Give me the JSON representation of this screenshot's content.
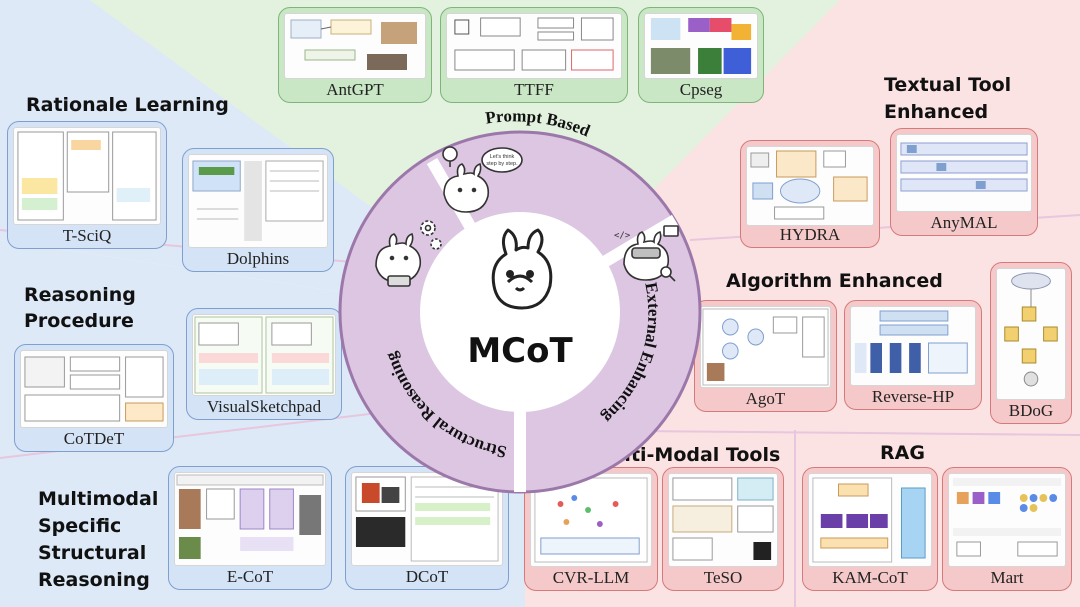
{
  "center": {
    "title": "MCoT",
    "bubble": [
      "Let's think",
      "step by step."
    ]
  },
  "segments": {
    "prompt_based": "Prompt Based",
    "external_enhancing": "External Enhancing",
    "structural_reasoning": "Structural Reasoning"
  },
  "sections": {
    "rationale": "Rationale Learning",
    "procedure_1": "Reasoning",
    "procedure_2": "Procedure",
    "multimodal_1": "Multimodal",
    "multimodal_2": "Specific",
    "multimodal_3": "Structural",
    "multimodal_4": "Reasoning",
    "textual_1": "Textual Tool",
    "textual_2": "Enhanced",
    "algorithm": "Algorithm Enhanced",
    "multimodal_tools": "Multi-Modal Tools",
    "rag": "RAG"
  },
  "papers": {
    "antgpt": "AntGPT",
    "ttff": "TTFF",
    "cpseg": "Cpseg",
    "tsciq": "T-SciQ",
    "dolphins": "Dolphins",
    "cotdet": "CoTDeT",
    "visualsketchpad": "VisualSketchpad",
    "ecot": "E-CoT",
    "dcot": "DCoT",
    "hydra": "HYDRA",
    "anymal": "AnyMAL",
    "agot": "AgoT",
    "reversehp": "Reverse-HP",
    "bdog": "BDoG",
    "cvrllm": "CVR-LLM",
    "teso": "TeSO",
    "kamcot": "KAM-CoT",
    "mart": "Mart"
  },
  "colors": {
    "prompt_region": "#e2f2de",
    "structural_region": "#dde9f7",
    "external_region": "#fbe3e3",
    "wheel_ring": "#dcc6e2",
    "wheel_border": "#9c78aa"
  }
}
